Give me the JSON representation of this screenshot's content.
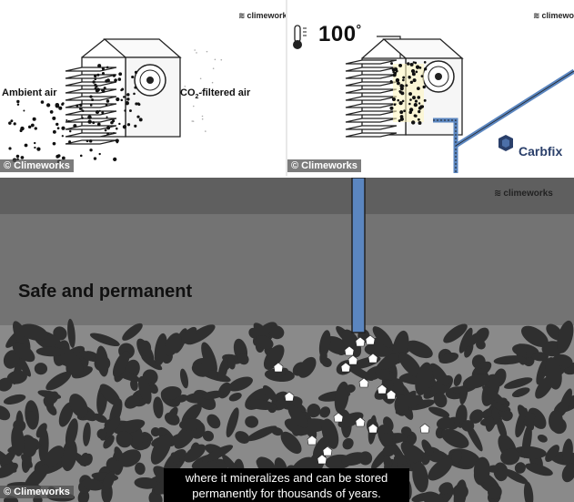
{
  "brand": {
    "name_left": "climework",
    "name_right": "climewor",
    "name_bottom": "climeworks"
  },
  "credits": {
    "left": "© Climeworks",
    "right": "© Climeworks",
    "bottom": "© Climeworks"
  },
  "left_panel": {
    "ambient_label": "Ambient air",
    "filtered_label_prefix": "CO",
    "filtered_label_sub": "2",
    "filtered_label_suffix": "-filtered air"
  },
  "right_panel": {
    "temperature": "100",
    "degree": "°",
    "partner": "Carbfix"
  },
  "bottom_panel": {
    "heading": "Safe and permanent"
  },
  "subtitle": {
    "line1": "where it mineralizes and can be stored",
    "line2": "permanently for thousands of years."
  },
  "colors": {
    "pipe": "#5b86c0",
    "rock_dark": "#2f2f2f",
    "rock_light": "#8a8a8a",
    "sky": "#6f6f6f"
  }
}
